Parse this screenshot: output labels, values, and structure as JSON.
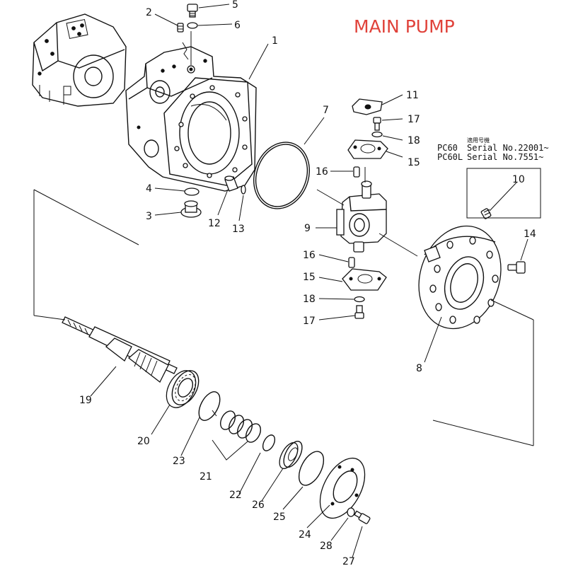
{
  "title": {
    "text": "MAIN PUMP",
    "color": "#e0423a"
  },
  "serial_note": {
    "heading": "適用号機",
    "rows": [
      {
        "model": "PC60",
        "serial": "Serial No.22001~"
      },
      {
        "model": "PC60L",
        "serial": "Serial No.7551~"
      }
    ]
  },
  "callouts": {
    "p1": "1",
    "p2": "2",
    "p3": "3",
    "p4": "4",
    "p5": "5",
    "p6": "6",
    "p7": "7",
    "p8": "8",
    "p9": "9",
    "p10": "10",
    "p11": "11",
    "p12": "12",
    "p13": "13",
    "p14": "14",
    "p15a": "15",
    "p15b": "15",
    "p16a": "16",
    "p16b": "16",
    "p17a": "17",
    "p17b": "17",
    "p18a": "18",
    "p18b": "18",
    "p19": "19",
    "p20": "20",
    "p21": "21",
    "p22": "22",
    "p23": "23",
    "p24": "24",
    "p25": "25",
    "p26": "26",
    "p27": "27",
    "p28": "28"
  }
}
